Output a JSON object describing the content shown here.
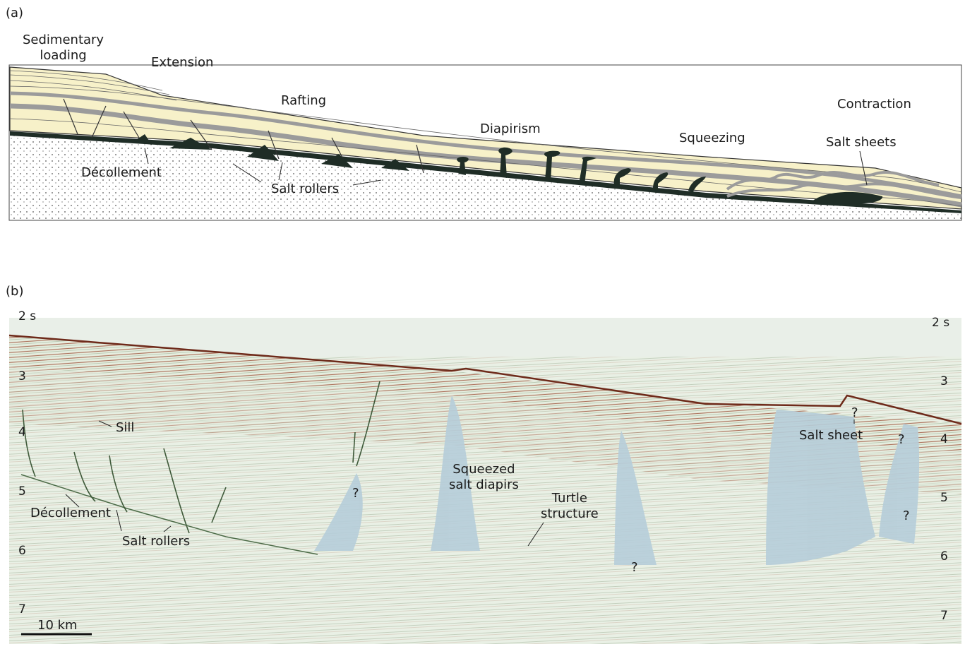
{
  "panel_a": {
    "label": "(a)",
    "labels": {
      "sedimentary_loading": "Sedimentary\nloading",
      "extension": "Extension",
      "rafting": "Rafting",
      "diapirism": "Diapirism",
      "squeezing": "Squeezing",
      "contraction": "Contraction",
      "salt_sheets": "Salt sheets",
      "decollement": "Décollement",
      "salt_rollers": "Salt rollers"
    },
    "colors": {
      "sediment": "#f7f1c9",
      "gray_bed": "#9b9b9b",
      "salt": "#1f2d26",
      "basement": "#ffffff"
    }
  },
  "panel_b": {
    "label": "(b)",
    "left_ticks": [
      "2 s",
      "3",
      "4",
      "5",
      "6",
      "7"
    ],
    "right_ticks": [
      "2 s",
      "3",
      "4",
      "5",
      "6",
      "7"
    ],
    "labels": {
      "sill": "Sill",
      "decollement": "Décollement",
      "salt_rollers": "Salt rollers",
      "squeezed_salt_diapirs": "Squeezed\nsalt diapirs",
      "turtle_structure": "Turtle\nstructure",
      "salt_sheet": "Salt sheet",
      "q1": "?",
      "q2": "?",
      "q3": "?",
      "q4": "?",
      "q5": "?"
    },
    "scale_bar": "10 km",
    "colors": {
      "background": "#e8efe2",
      "reflector": "#8a3a26",
      "salt": "#b6cdd9"
    }
  }
}
